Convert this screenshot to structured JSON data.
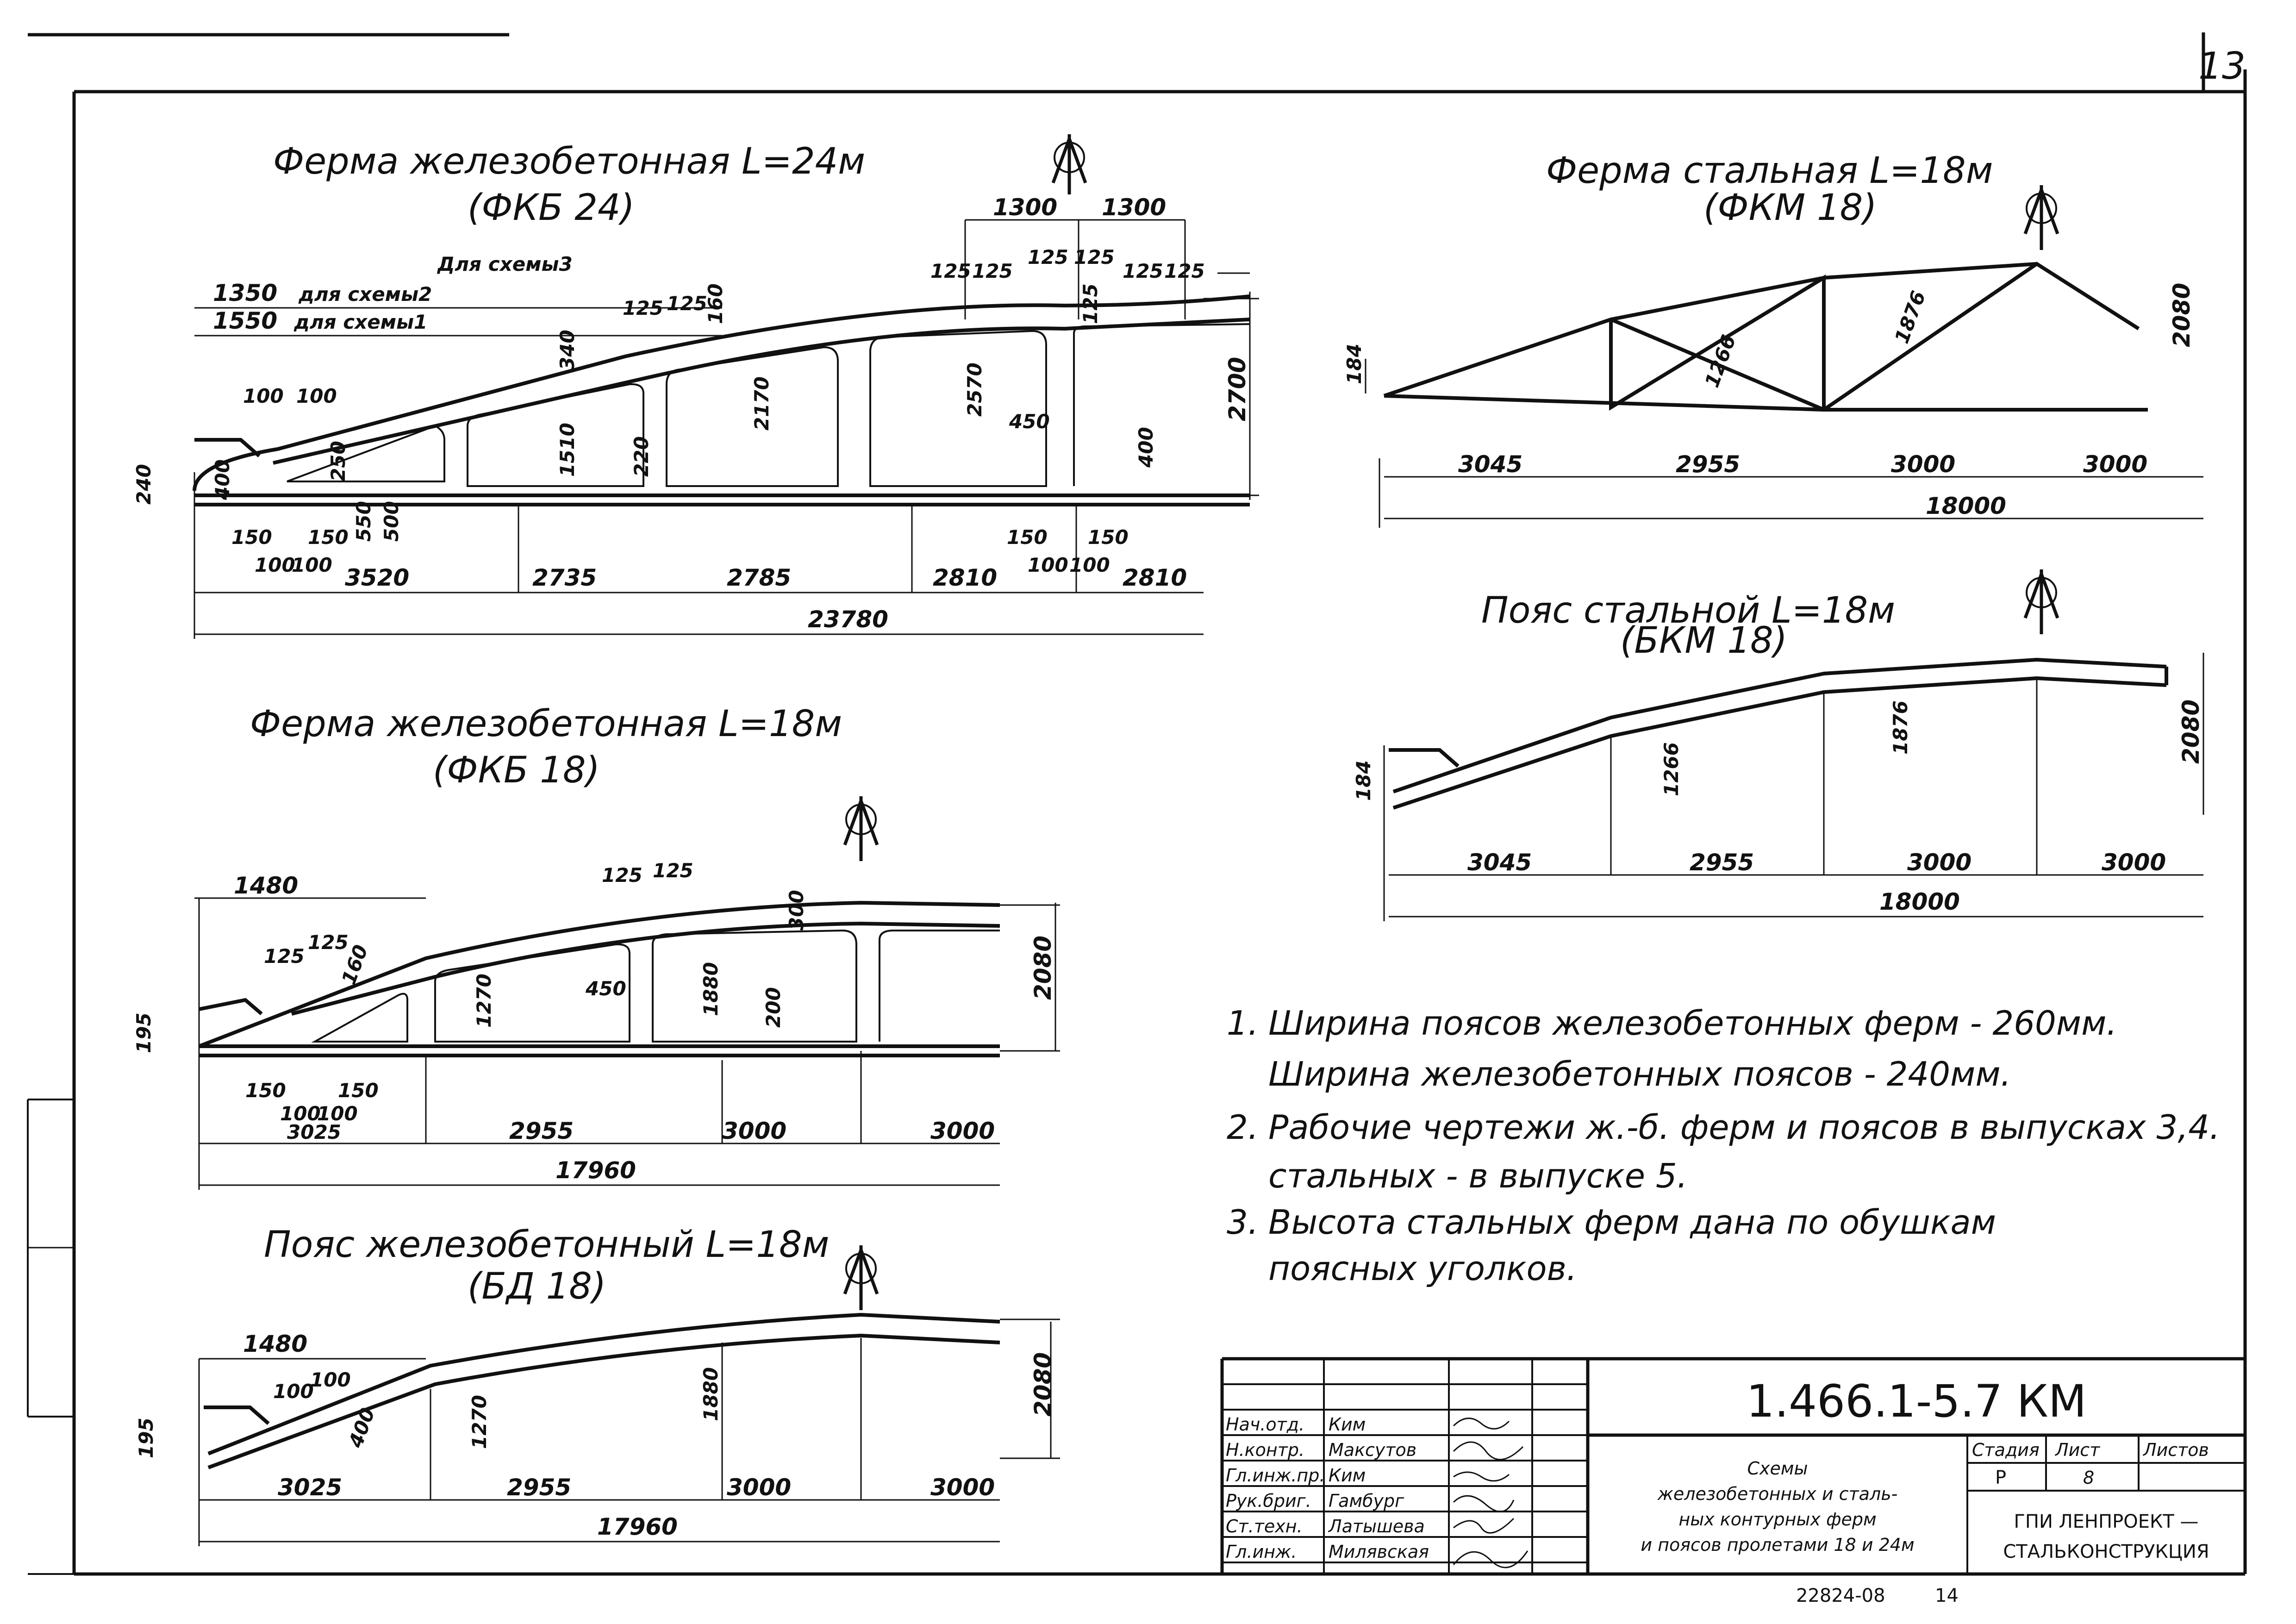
{
  "sheet_number": "13",
  "drawings": {
    "fkb24": {
      "title": "Ферма железобетонная L=24м",
      "code": "(ФКБ 24)",
      "dims": {
        "d1350": "1350",
        "d1550": "1550",
        "for_scheme2": "для схемы2",
        "for_scheme1": "для схемы1",
        "for_scheme3": "Для схемы3",
        "d100a": "100",
        "d100b": "100",
        "d125a": "125",
        "d125b": "125",
        "d160": "160",
        "d340": "340",
        "d1300a": "1300",
        "d1300b": "1300",
        "d125c": "125",
        "d125d": "125",
        "d125e": "125",
        "d125f": "125",
        "d125g": "125",
        "d125h": "125",
        "d125i": "125",
        "h240": "240",
        "h400": "400",
        "d250": "250",
        "d550": "550",
        "d500": "500",
        "d1510": "1510",
        "d220": "220",
        "d2170": "2170",
        "d2570": "2570",
        "d450": "450",
        "d400b": "400",
        "h2700": "2700",
        "b150a": "150",
        "b150b": "150",
        "b100a": "100",
        "b100b": "100",
        "b150c": "150",
        "b150d": "150",
        "b100c": "100",
        "b100d": "100",
        "s3520": "3520",
        "s2735": "2735",
        "s2785": "2785",
        "s2810a": "2810",
        "s2810b": "2810",
        "total": "23780"
      }
    },
    "fkb18": {
      "title": "Ферма железобетонная L=18м",
      "code": "(ФКБ 18)",
      "dims": {
        "d1480": "1480",
        "d125a": "125",
        "d125b": "125",
        "d160": "160",
        "d125c": "125",
        "d125d": "125",
        "d300": "300",
        "h195": "195",
        "d1270": "1270",
        "d450": "450",
        "d1880": "1880",
        "d200": "200",
        "h2080": "2080",
        "b150a": "150",
        "b150b": "150",
        "b100a": "100",
        "b100b": "100",
        "s3025": "3025",
        "s2955": "2955",
        "s3000a": "3000",
        "s3000b": "3000",
        "total": "17960"
      }
    },
    "bd18": {
      "title": "Пояс железобетонный L=18м",
      "code": "(БД 18)",
      "dims": {
        "d1480": "1480",
        "d100a": "100",
        "d100b": "100",
        "d400": "400",
        "h195": "195",
        "d1270": "1270",
        "d1880": "1880",
        "h2080": "2080",
        "s3025": "3025",
        "s2955": "2955",
        "s3000a": "3000",
        "s3000b": "3000",
        "total": "17960"
      }
    },
    "fkm18": {
      "title": "Ферма стальная L=18м",
      "code": "(ФКМ 18)",
      "dims": {
        "h184": "184",
        "d1266": "1266",
        "d1876": "1876",
        "h2080": "2080",
        "s3045": "3045",
        "s2955": "2955",
        "s3000a": "3000",
        "s3000b": "3000",
        "total": "18000"
      }
    },
    "bkm18": {
      "title": "Пояс стальной L=18м",
      "code": "(БКМ 18)",
      "dims": {
        "h184": "184",
        "d1266": "1266",
        "d1876": "1876",
        "h2080": "2080",
        "s3045": "3045",
        "s2955": "2955",
        "s3000a": "3000",
        "s3000b": "3000",
        "total": "18000"
      }
    }
  },
  "notes": [
    {
      "num": "1.",
      "lines": [
        "Ширина поясов железобетонных ферм - 260мм.",
        "Ширина железобетонных поясов - 240мм."
      ]
    },
    {
      "num": "2.",
      "lines": [
        "Рабочие чертежи ж.-б. ферм и поясов в выпусках 3,4.",
        "стальных - в выпуске 5."
      ]
    },
    {
      "num": "3.",
      "lines": [
        "Высота стальных ферм дана по обушкам",
        "поясных уголков."
      ]
    }
  ],
  "title_block": {
    "doc_code": "1.466.1-5.7 КМ",
    "roles": [
      "Нач.отд.",
      "Н.контр.",
      "Гл.инж.пр.",
      "Рук.бриг.",
      "Ст.техн.",
      "Гл.инж."
    ],
    "names": [
      "Ким",
      "Максутов",
      "Ким",
      "Гамбург",
      "Латышева",
      "Милявская"
    ],
    "desc": [
      "Схемы",
      "железобетонных и сталь-",
      "ных контурных ферм",
      "и поясов пролетами 18 и 24м"
    ],
    "stage_label": "Стадия",
    "sheet_label": "Лист",
    "sheets_label": "Листов",
    "stage": "Р",
    "sheet": "8",
    "org": [
      "ГПИ ЛЕНПРОЕКТ —",
      "СТАЛЬКОНСТРУКЦИЯ"
    ],
    "order": "22824-08",
    "page": "14"
  }
}
